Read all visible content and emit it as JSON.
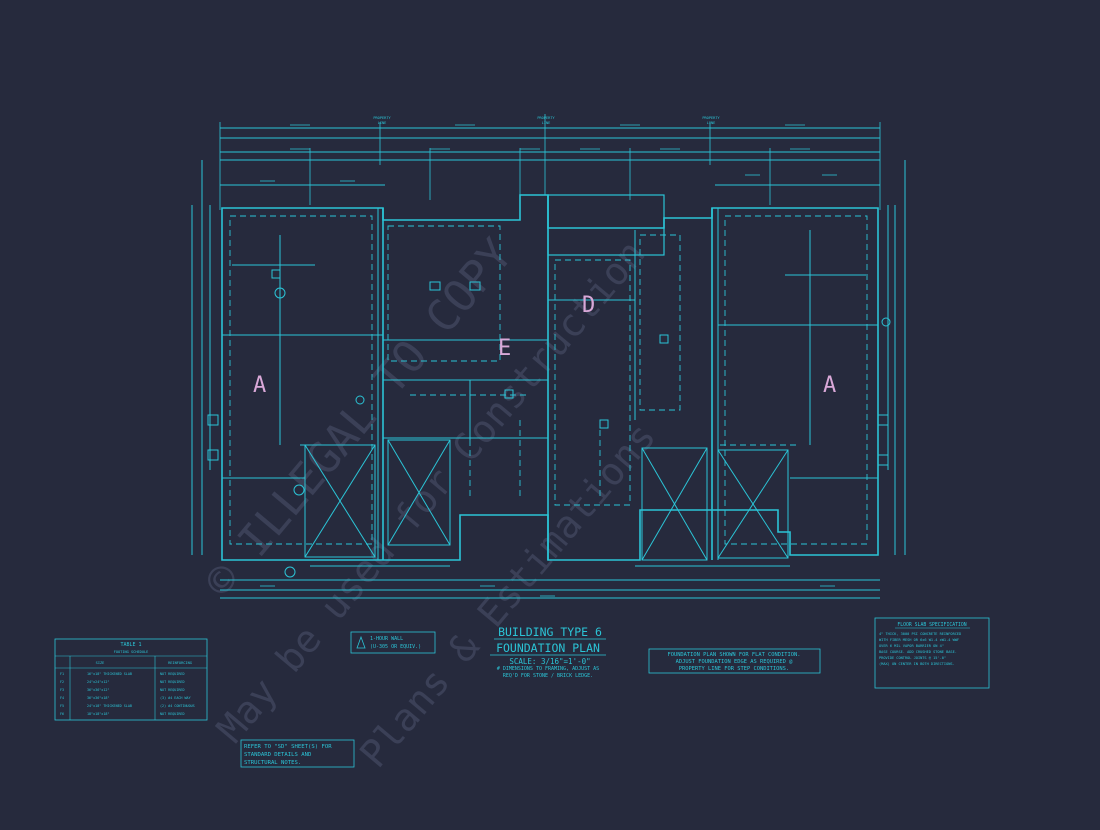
{
  "title": {
    "line1": "BUILDING TYPE 6",
    "line2": "FOUNDATION PLAN",
    "scale": "SCALE: 3/16\"=1'-0\"",
    "note1": "# DIMENSIONS TO FRAMING, ADJUST AS",
    "note2": "REQ'D FOR STONE / BRICK LEDGE."
  },
  "units": {
    "a_left": "A",
    "e": "E",
    "d": "D",
    "a_right": "A"
  },
  "property_lines": [
    {
      "line1": "PROPERTY",
      "line2": "LINE"
    },
    {
      "line1": "PROPERTY",
      "line2": "LINE"
    },
    {
      "line1": "PROPERTY",
      "line2": "LINE"
    }
  ],
  "wall_legend": {
    "line1": "1-HOUR WALL",
    "line2": "(U-305 OR EQUIV.)"
  },
  "table": {
    "title": "TABLE 1",
    "subtitle": "FOOTING SCHEDULE",
    "col_size": "SIZE",
    "col_reinf": "REINFORCING",
    "rows": [
      {
        "mark": "F1",
        "size": "16\"x18\" THICKENED SLAB",
        "reinf": "NOT REQUIRED"
      },
      {
        "mark": "F2",
        "size": "24\"x24\"x12\"",
        "reinf": "NOT REQUIRED"
      },
      {
        "mark": "F3",
        "size": "36\"x36\"x12\"",
        "reinf": "NOT REQUIRED"
      },
      {
        "mark": "F4",
        "size": "36\"x36\"x18\"",
        "reinf": "(3) #4 EACH WAY"
      },
      {
        "mark": "F5",
        "size": "24\"x18\" THICKENED SLAB",
        "reinf": "(2) #4 CONTINUOUS"
      },
      {
        "mark": "F6",
        "size": "18\"x18\"x18\"",
        "reinf": "NOT REQUIRED"
      }
    ]
  },
  "refer_note": {
    "line1": "REFER TO \"SD\" SHEET(S) FOR",
    "line2": "STANDARD DETAILS AND",
    "line3": "STRUCTURAL NOTES."
  },
  "foundation_note": {
    "line1": "FOUNDATION PLAN SHOWN FOR FLAT CONDITION.",
    "line2": "ADJUST FOUNDATION EDGE AS REQUIRED @",
    "line3": "PROPERTY LINE FOR STEP CONDITIONS."
  },
  "slab_spec": {
    "title": "FLOOR SLAB SPECIFICATION",
    "line1": "4\" THICK, 3000 PSI CONCRETE REINFORCED",
    "line2": "WITH FIBER MESH OR 6x6 W1.4 xW1.4 WWF",
    "line3": "OVER 6 MIL VAPOR BARRIER ON 4\"",
    "line4": "BASE COURSE. ADD CRUSHED STONE BASE.",
    "line5": "PROVIDE CONTROL JOINTS @ 15'-0\"",
    "line6": "(MAX) ON CENTER IN BOTH DIRECTIONS."
  },
  "watermark": {
    "line1": "© ILLEGAL TO COPY",
    "line2": "May be used for Construction",
    "line3": "Plans & Estimations"
  },
  "colors": {
    "background": "#262a3d",
    "line": "#2bc4d6",
    "unit_label": "#d9a8d8",
    "watermark": "#3b4057"
  }
}
